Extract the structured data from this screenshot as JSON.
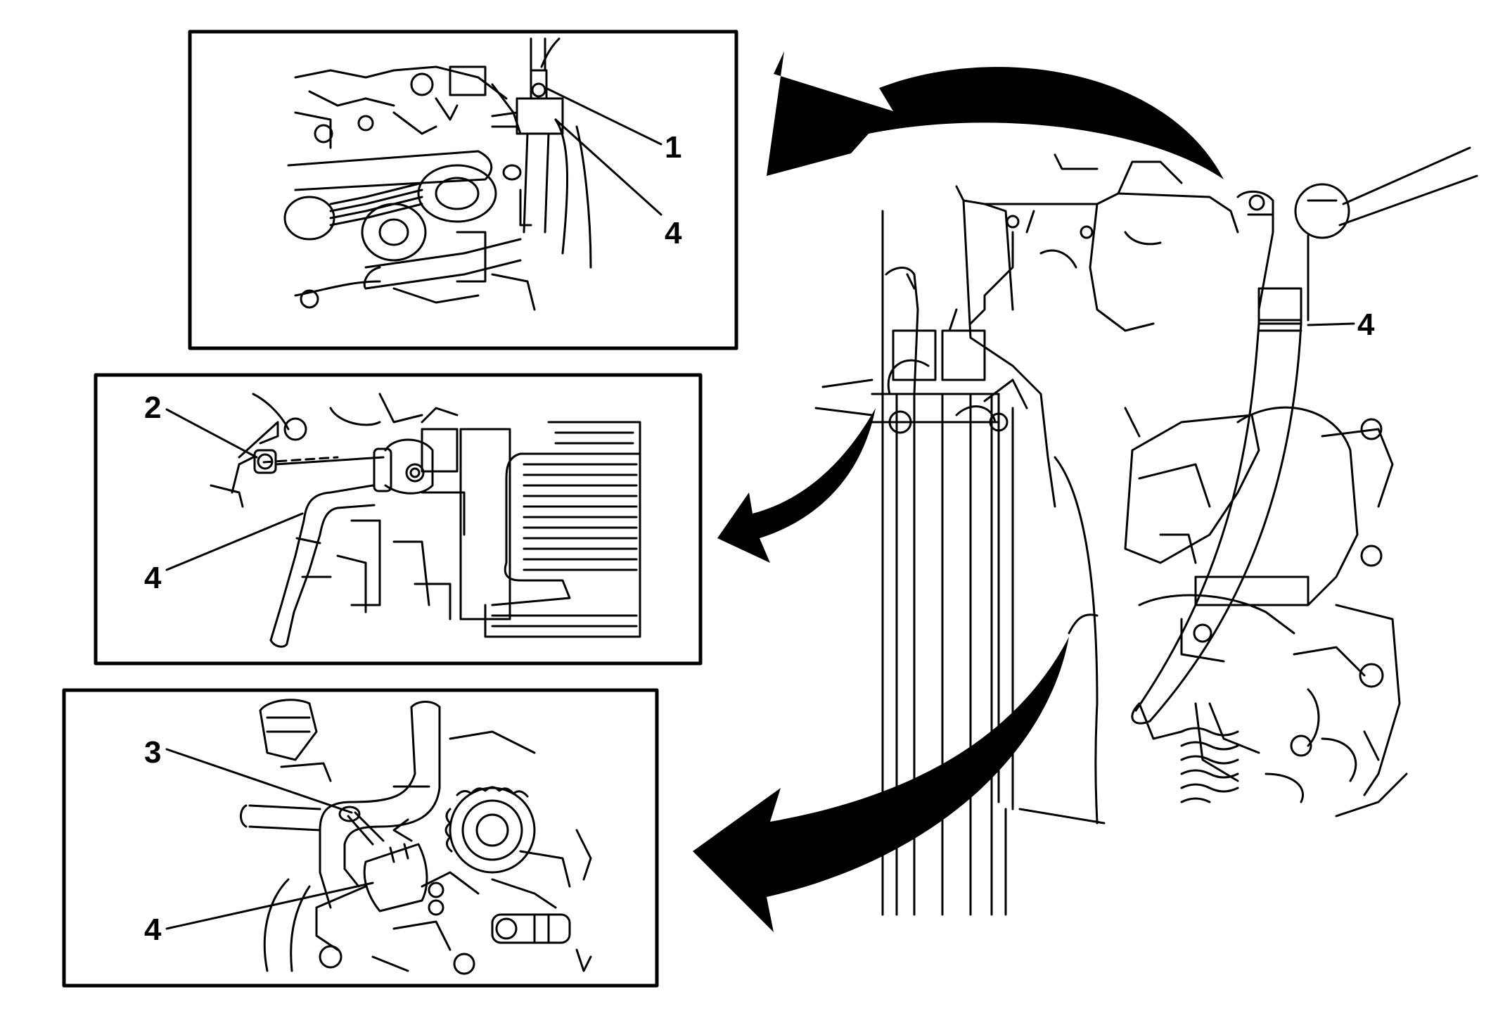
{
  "figure": {
    "kind": "service illustration",
    "line_color": "#000000",
    "background_color": "#ffffff"
  },
  "callouts": {
    "top_inset": {
      "nut_label": "1",
      "hose_label": "4"
    },
    "middle_inset": {
      "nut_label": "2",
      "hose_label": "4"
    },
    "bottom_inset": {
      "bolt_label": "3",
      "hose_label": "4"
    },
    "main_view": {
      "hose_label": "4"
    }
  },
  "arrows": [
    {
      "name": "arrow-to-top-inset",
      "direction": "left"
    },
    {
      "name": "arrow-to-middle-inset",
      "direction": "left"
    },
    {
      "name": "arrow-to-bottom-inset",
      "direction": "left"
    }
  ]
}
